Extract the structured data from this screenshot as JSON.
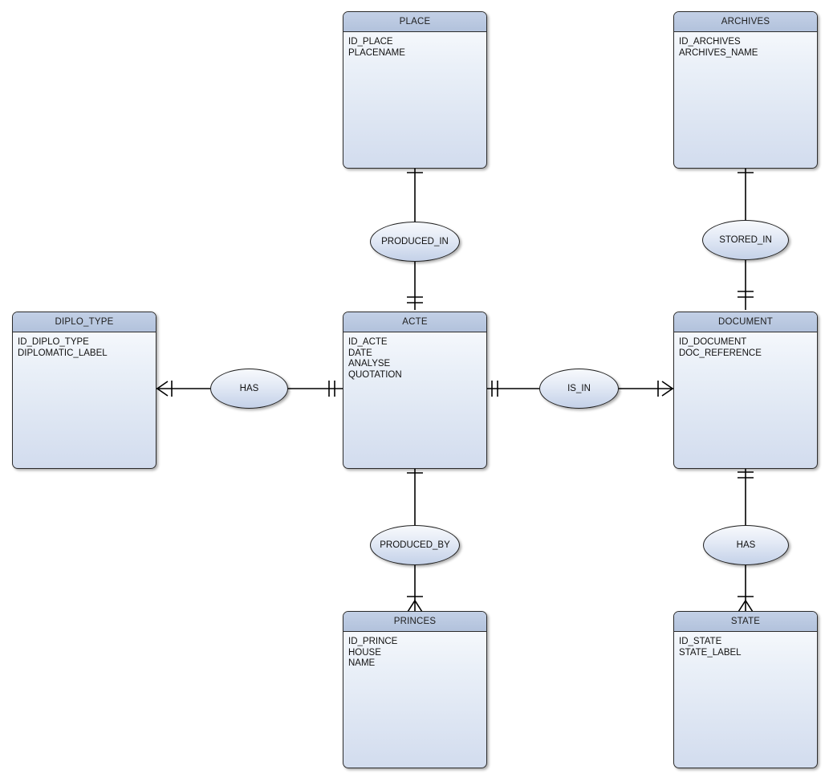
{
  "diagram": {
    "type": "entity-relationship-diagram",
    "notation": "crow's foot",
    "colors": {
      "entity_header": "#b2c2dc",
      "entity_body": "#d2dcee",
      "relationship_fill": "#c4d1e8",
      "line": "#000000",
      "border": "#2b2b2b"
    }
  },
  "entities": [
    {
      "id": "place",
      "name": "PLACE",
      "attributes": [
        "ID_PLACE",
        "PLACENAME"
      ]
    },
    {
      "id": "archives",
      "name": "ARCHIVES",
      "attributes": [
        "ID_ARCHIVES",
        "ARCHIVES_NAME"
      ]
    },
    {
      "id": "diplo_type",
      "name": "DIPLO_TYPE",
      "attributes": [
        "ID_DIPLO_TYPE",
        "DIPLOMATIC_LABEL"
      ]
    },
    {
      "id": "acte",
      "name": "ACTE",
      "attributes": [
        "ID_ACTE",
        "DATE",
        "ANALYSE",
        "QUOTATION"
      ]
    },
    {
      "id": "document",
      "name": "DOCUMENT",
      "attributes": [
        "ID_DOCUMENT",
        "DOC_REFERENCE"
      ]
    },
    {
      "id": "princes",
      "name": "PRINCES",
      "attributes": [
        "ID_PRINCE",
        "HOUSE",
        "NAME"
      ]
    },
    {
      "id": "state",
      "name": "STATE",
      "attributes": [
        "ID_STATE",
        "STATE_LABEL"
      ]
    }
  ],
  "relationships": [
    {
      "id": "produced_in",
      "name": "PRODUCED_IN",
      "from": "ACTE",
      "to": "PLACE",
      "from_cardinality": "one-and-only-one",
      "to_cardinality": "one-to-many"
    },
    {
      "id": "stored_in",
      "name": "STORED_IN",
      "from": "DOCUMENT",
      "to": "ARCHIVES",
      "from_cardinality": "one-and-only-one",
      "to_cardinality": "one-to-many"
    },
    {
      "id": "has_diplo",
      "name": "HAS",
      "from": "DIPLO_TYPE",
      "to": "ACTE",
      "from_cardinality": "one-to-many",
      "to_cardinality": "one-and-only-one"
    },
    {
      "id": "is_in",
      "name": "IS_IN",
      "from": "ACTE",
      "to": "DOCUMENT",
      "from_cardinality": "one-and-only-one",
      "to_cardinality": "one-to-many"
    },
    {
      "id": "produced_by",
      "name": "PRODUCED_BY",
      "from": "ACTE",
      "to": "PRINCES",
      "from_cardinality": "one-to-many",
      "to_cardinality": "one-to-many"
    },
    {
      "id": "has_state",
      "name": "HAS",
      "from": "DOCUMENT",
      "to": "STATE",
      "from_cardinality": "one-and-only-one",
      "to_cardinality": "one-to-many"
    }
  ]
}
